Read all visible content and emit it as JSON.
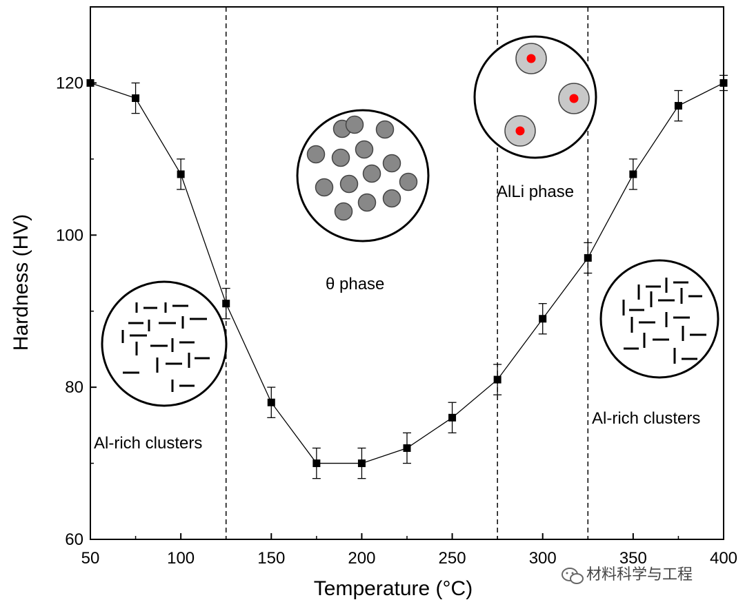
{
  "chart_data": {
    "type": "line",
    "xlabel": "Temperature (°C)",
    "ylabel": "Hardness (HV)",
    "xlim": [
      50,
      400
    ],
    "ylim": [
      60,
      130
    ],
    "xticks": [
      50,
      100,
      150,
      200,
      250,
      300,
      350,
      400
    ],
    "yticks": [
      60,
      80,
      100,
      120
    ],
    "grid": false,
    "series": [
      {
        "x": [
          50,
          75,
          100,
          125,
          150,
          175,
          200,
          225,
          250,
          275,
          300,
          325,
          350,
          375,
          400
        ],
        "y": [
          120,
          118,
          108,
          91,
          78,
          70,
          70,
          72,
          76,
          81,
          89,
          97,
          108,
          117,
          120
        ],
        "yerr": [
          0,
          2,
          2,
          2,
          2,
          2,
          2,
          2,
          2,
          2,
          2,
          2,
          2,
          2,
          1
        ]
      }
    ],
    "boundaries": [
      125,
      275,
      325
    ],
    "annotations": {
      "left_region": "Al-rich clusters",
      "theta_region": "θ phase",
      "alli_region": "AlLi phase",
      "right_region": "Al-rich clusters"
    },
    "colors": {
      "line": "#000000",
      "precipitate_fill": "#888888",
      "alli_shell": "#c8c8c8",
      "alli_core": "#ff0000"
    }
  },
  "watermark": {
    "icon": "wechat-icon",
    "text": "材料科学与工程"
  }
}
